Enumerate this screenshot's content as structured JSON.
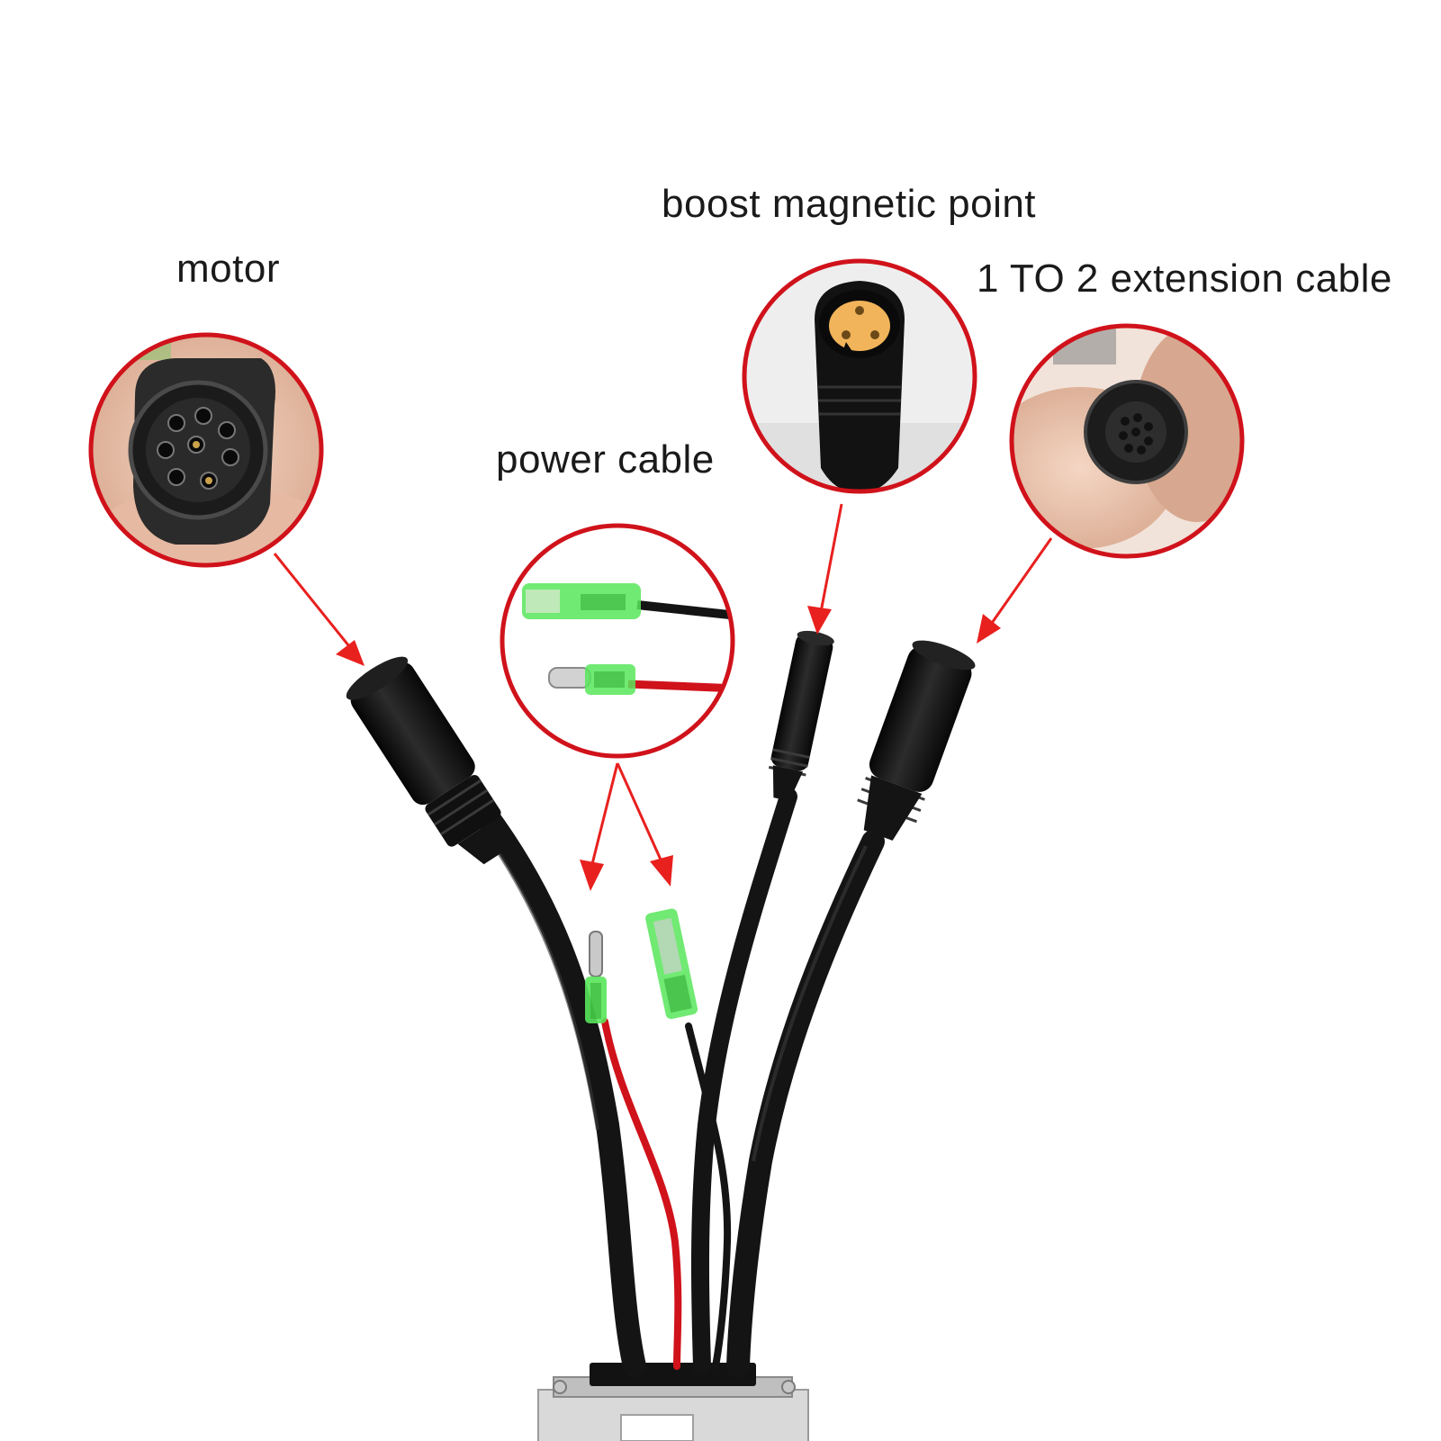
{
  "labels": {
    "motor": "motor",
    "boost": "boost magnetic point",
    "extension": "1 TO 2 extension cable",
    "power": "power cable"
  },
  "colors": {
    "callout_ring": "#d0121b",
    "arrow": "#e8201e",
    "cable": "#141414",
    "power_positive": "#d0121b",
    "terminal_sleeve": "#58e65a",
    "connector_pin_insert": "#f2b45a",
    "background": "#ffffff"
  }
}
